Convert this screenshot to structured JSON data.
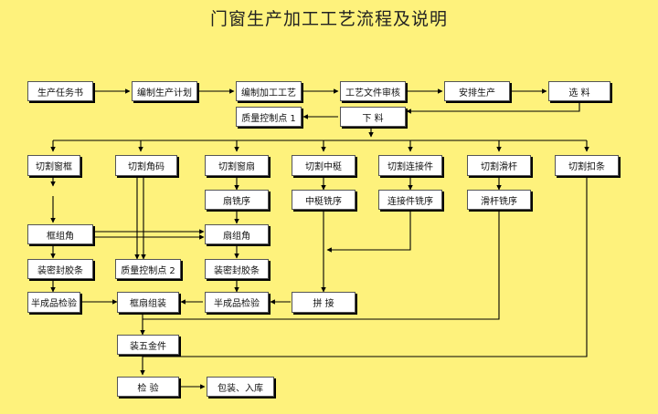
{
  "title": "门窗生产加工工艺流程及说明",
  "nodes": {
    "task": "生产任务书",
    "plan": "编制生产计划",
    "process": "编制加工工艺",
    "review": "工艺文件审核",
    "arrange": "安排生产",
    "select": "选    料",
    "qc1": "质量控制点 1",
    "cut_material": "下    料",
    "cut_frame": "切割窗框",
    "cut_corner": "切割角码",
    "cut_sash": "切割窗扇",
    "cut_mullion": "切割中梃",
    "cut_connector": "切割连接件",
    "cut_slide": "切割滑杆",
    "cut_strip": "切割扣条",
    "sash_mill": "扇铣序",
    "mullion_mill": "中梃铣序",
    "connector_mill": "连接件铣序",
    "slide_mill": "滑杆铣序",
    "frame_corner": "框组角",
    "sash_corner": "扇组角",
    "frame_seal": "装密封胶条",
    "qc2": "质量控制点 2",
    "sash_seal": "装密封胶条",
    "frame_semi_check": "半成品检验",
    "frame_sash_assembly": "框扇组装",
    "sash_semi_check": "半成品检验",
    "splice": "拼    接",
    "hardware": "装五金件",
    "inspect": "检    验",
    "pack": "包装、入库"
  }
}
